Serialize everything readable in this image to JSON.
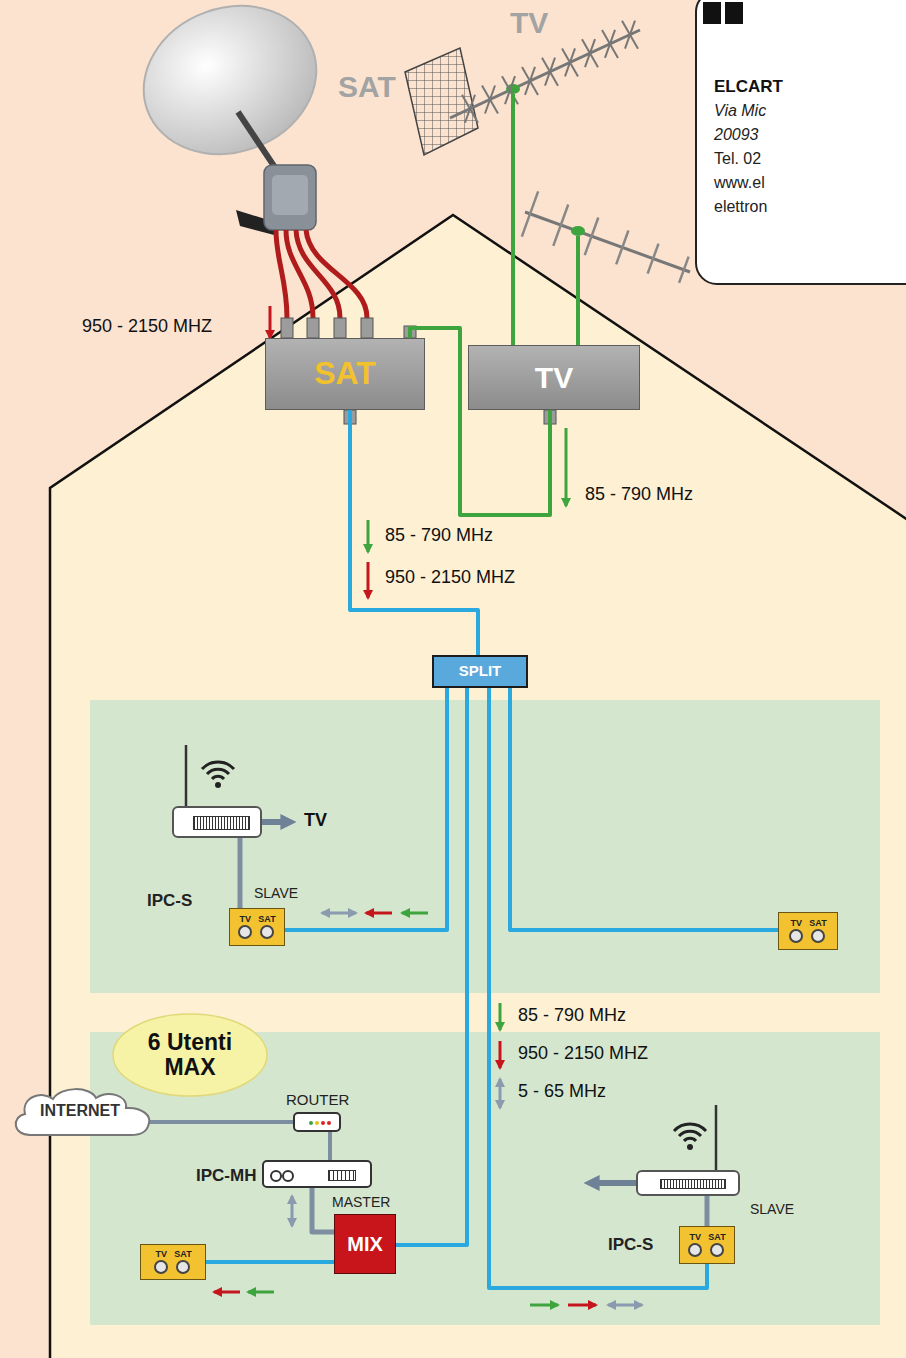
{
  "diagram": {
    "nodes": [
      {
        "text": [
          "ELCART",
          "Via Mic",
          "20093",
          "Tel. 02",
          "www.el",
          "elettron"
        ]
      },
      {
        "text": [
          "SAT"
        ]
      },
      {
        "text": [
          "TV"
        ]
      },
      {
        "text": [
          "SPLIT"
        ]
      },
      {
        "text": [
          "IPC-S",
          "SLAVE"
        ]
      },
      {
        "text": [
          "TV",
          "SAT"
        ]
      },
      {
        "text": [
          "TV",
          "SAT"
        ]
      },
      {
        "text": [
          "6 Utenti MAX"
        ]
      },
      {
        "text": [
          "INTERNET"
        ]
      },
      {
        "text": [
          "ROUTER"
        ]
      },
      {
        "text": [
          "IPC-MH",
          "MASTER"
        ]
      },
      {
        "text": [
          "MIX"
        ]
      },
      {
        "text": [
          "TV",
          "SAT"
        ]
      },
      {
        "text": [
          "IPC-S",
          "SLAVE"
        ]
      },
      {
        "text": [
          "TV",
          "SAT"
        ]
      }
    ],
    "edges": [
      {
        "from": 2,
        "to": 1,
        "arrow": "none"
      },
      {
        "from": 1,
        "to": 3,
        "arrow": "none"
      },
      {
        "from": 3,
        "to": 5,
        "arrow": "none"
      },
      {
        "from": 3,
        "to": 6,
        "arrow": "none"
      },
      {
        "from": 3,
        "to": 11,
        "arrow": "none"
      },
      {
        "from": 3,
        "to": 14,
        "arrow": "none"
      },
      {
        "from": 5,
        "to": 4,
        "arrow": "none"
      },
      {
        "from": 8,
        "to": 9,
        "arrow": "none"
      },
      {
        "from": 9,
        "to": 10,
        "arrow": "none"
      },
      {
        "from": 10,
        "to": 11,
        "arrow": "none"
      },
      {
        "from": 11,
        "to": 12,
        "arrow": "none"
      },
      {
        "from": 14,
        "to": 13,
        "arrow": "none"
      }
    ],
    "labels": [
      "TV",
      "SAT",
      "950 - 2150 MHZ",
      "85 - 790 MHz",
      "85 - 790 MHz",
      "950 - 2150 MHZ",
      "TV",
      "85 - 790 MHz",
      "950 - 2150 MHZ",
      "5 - 65 MHz"
    ]
  }
}
